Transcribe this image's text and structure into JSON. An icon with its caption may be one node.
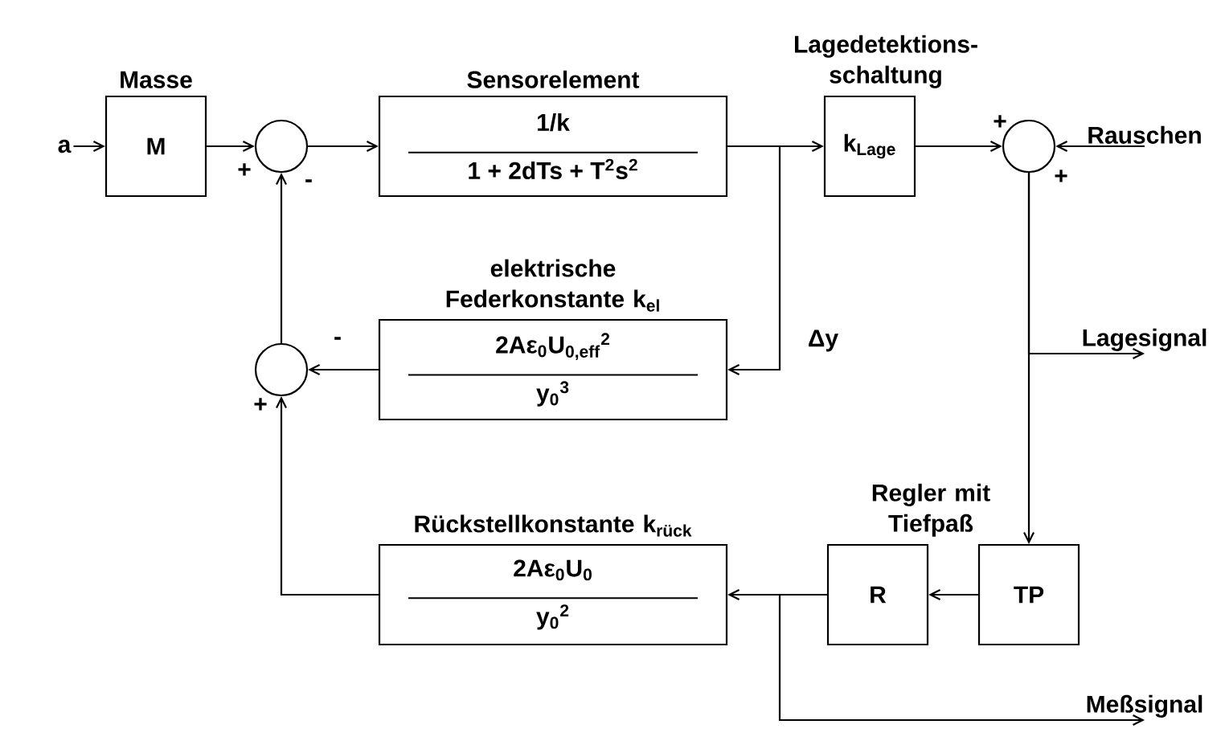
{
  "diagram": {
    "nodes": [
      {
        "text": [
          "a"
        ]
      },
      {
        "text": [
          "Masse",
          "M"
        ]
      },
      {
        "text": [],
        "shape": "circle"
      },
      {
        "text": [
          "Sensorelement",
          "1/k",
          "1 + 2dTs + T$^{2}$s$^{2}$"
        ]
      },
      {
        "text": [
          "Lagedetektions- schaltung",
          "k$_{Lage}$"
        ]
      },
      {
        "text": [],
        "shape": "circle"
      },
      {
        "text": [
          "Rauschen"
        ]
      },
      {
        "text": [
          "elektrische Federkonstante k$_{el}$",
          "2Aε$_{0}$U$_{0,eff}$$^{2}$",
          "y$_{0}$$^{3}$"
        ]
      },
      {
        "text": [],
        "shape": "circle"
      },
      {
        "text": [
          "Lagesignal"
        ]
      },
      {
        "text": [
          "Rückstellkonstante k$_{rück}$",
          "2Aε$_{0}$U$_{0}$",
          "y$_{0}$$^{2}$"
        ]
      },
      {
        "text": [
          "Regler mit Tiefpaß",
          "R"
        ]
      },
      {
        "text": [
          "TP"
        ]
      },
      {
        "text": [
          "Meßsignal"
        ]
      }
    ],
    "edges": [
      {
        "from": 0,
        "to": 1,
        "arrow": "to"
      },
      {
        "from": 1,
        "to": 2,
        "arrow": "to"
      },
      {
        "from": 2,
        "to": 3,
        "arrow": "to"
      },
      {
        "from": 3,
        "to": 4,
        "arrow": "to"
      },
      {
        "from": 3,
        "to": 7,
        "arrow": "to",
        "label": "Δy"
      },
      {
        "from": 4,
        "to": 5,
        "arrow": "to"
      },
      {
        "from": 6,
        "to": 5,
        "arrow": "to"
      },
      {
        "from": 5,
        "to": 12,
        "arrow": "to"
      },
      {
        "from": 5,
        "to": 9,
        "arrow": "to"
      },
      {
        "from": 12,
        "to": 11,
        "arrow": "to"
      },
      {
        "from": 11,
        "to": 10,
        "arrow": "to"
      },
      {
        "from": 11,
        "to": 13,
        "arrow": "to"
      },
      {
        "from": 10,
        "to": 8,
        "arrow": "to"
      },
      {
        "from": 7,
        "to": 8,
        "arrow": "to"
      },
      {
        "from": 8,
        "to": 2,
        "arrow": "to"
      }
    ],
    "labels": [
      "+",
      "+",
      "-",
      "+",
      "-",
      "+"
    ]
  }
}
